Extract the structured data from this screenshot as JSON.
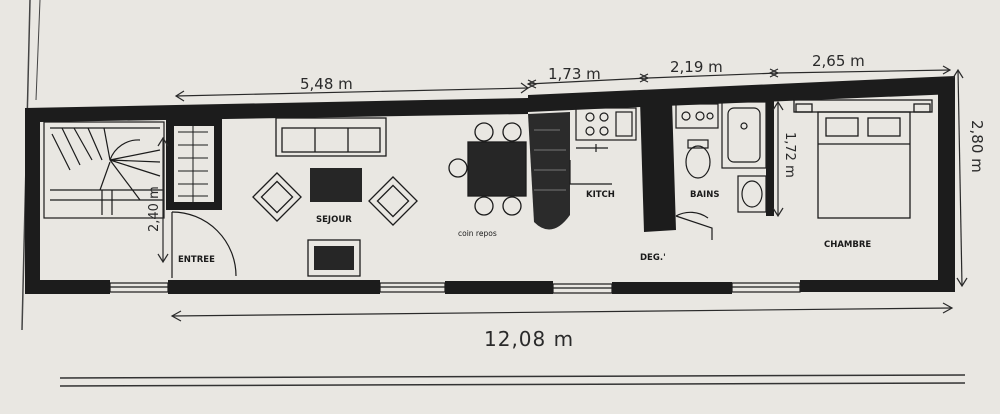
{
  "colors": {
    "paper": "#e9e7e2",
    "wall": "#1c1c1c",
    "ink": "#2a2a2a"
  },
  "dimensions": {
    "sejour_width": "5,48 m",
    "kitchen_width": "1,73 m",
    "bath_width": "2,19 m",
    "chambre_width": "2,65 m",
    "depth": "2,80 m",
    "total_length": "12,08 m",
    "stair_depth": "2,40 m",
    "bath_depth": "1,72 m"
  },
  "rooms": {
    "entree": "ENTREE",
    "sejour": "SEJOUR",
    "coin_repos": "coin repos",
    "kitchen": "KITCH",
    "bains": "BAINS",
    "degagement": "DEG.'",
    "chambre": "CHAMBRE"
  }
}
